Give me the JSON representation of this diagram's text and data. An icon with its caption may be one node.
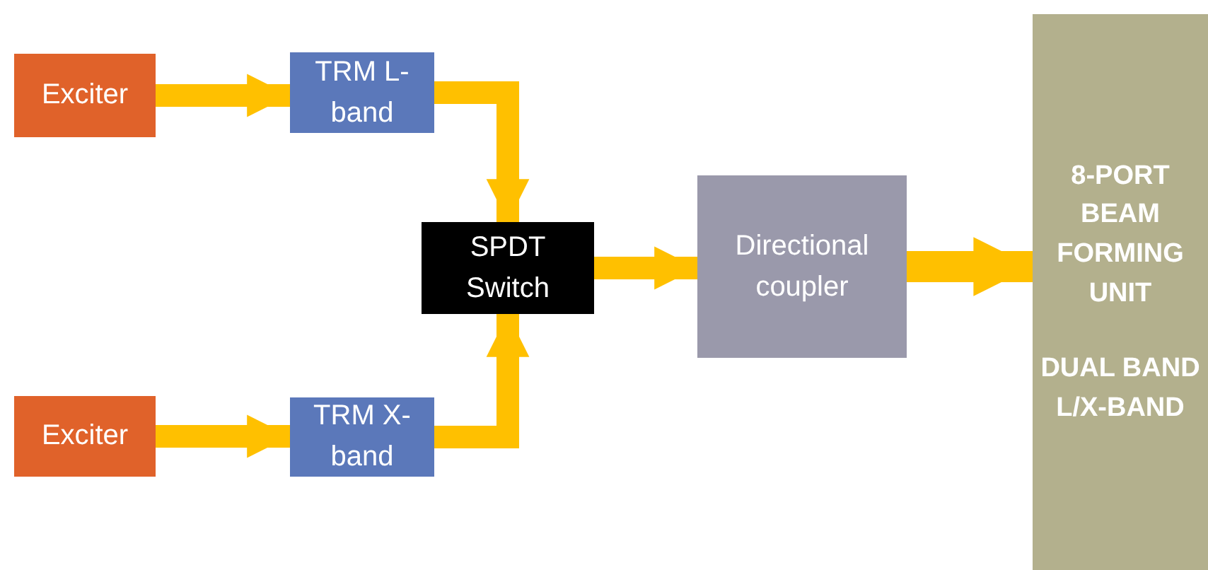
{
  "diagram": {
    "nodes": [
      {
        "text": [
          "Exciter"
        ]
      },
      {
        "text": [
          "TRM L-band"
        ]
      },
      {
        "text": [
          "Exciter"
        ]
      },
      {
        "text": [
          "TRM X-band"
        ]
      },
      {
        "text": [
          "SPDT Switch"
        ]
      },
      {
        "text": [
          "Directional coupler"
        ]
      },
      {
        "text": [
          "8-PORT BEAM FORMING UNIT",
          "DUAL BAND L/X-BAND"
        ]
      }
    ],
    "edges": [
      {
        "from": 0,
        "to": 1,
        "arrow": "to"
      },
      {
        "from": 2,
        "to": 3,
        "arrow": "to"
      },
      {
        "from": 1,
        "to": 4,
        "arrow": "to"
      },
      {
        "from": 3,
        "to": 4,
        "arrow": "to"
      },
      {
        "from": 4,
        "to": 5,
        "arrow": "to"
      },
      {
        "from": 5,
        "to": 6,
        "arrow": "to"
      }
    ]
  }
}
